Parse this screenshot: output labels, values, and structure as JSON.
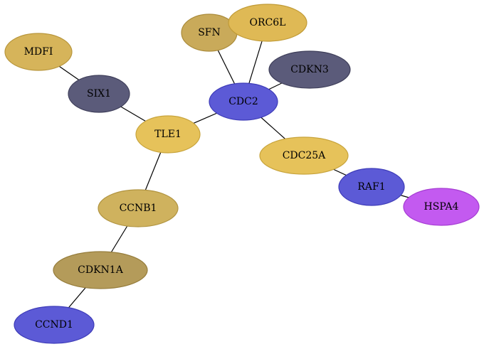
{
  "nodes": [
    {
      "id": "mdfi",
      "label": "MDFI",
      "fill": "#d6b45a",
      "stroke": "#b8963c"
    },
    {
      "id": "six1",
      "label": "SIX1",
      "fill": "#5b5b7a",
      "stroke": "#3f3f5a"
    },
    {
      "id": "tle1",
      "label": "TLE1",
      "fill": "#e6c25a",
      "stroke": "#c8a43c"
    },
    {
      "id": "sfn",
      "label": "SFN",
      "fill": "#c9aa5a",
      "stroke": "#ab8c3c"
    },
    {
      "id": "orc6l",
      "label": "ORC6L",
      "fill": "#dfb955",
      "stroke": "#c19b37"
    },
    {
      "id": "cdc2",
      "label": "CDC2",
      "fill": "#5c5ad6",
      "stroke": "#3e3cb8"
    },
    {
      "id": "cdkn3",
      "label": "CDKN3",
      "fill": "#5b5b7a",
      "stroke": "#3f3f5a"
    },
    {
      "id": "cdc25a",
      "label": "CDC25A",
      "fill": "#e6c25a",
      "stroke": "#c8a43c"
    },
    {
      "id": "raf1",
      "label": "RAF1",
      "fill": "#5c5ad6",
      "stroke": "#3e3cb8"
    },
    {
      "id": "hspa4",
      "label": "HSPA4",
      "fill": "#c35af0",
      "stroke": "#a53cd2"
    },
    {
      "id": "ccnb1",
      "label": "CCNB1",
      "fill": "#cfb25e",
      "stroke": "#b19440"
    },
    {
      "id": "cdkn1a",
      "label": "CDKN1A",
      "fill": "#b49b5a",
      "stroke": "#967d3c"
    },
    {
      "id": "ccnd1",
      "label": "CCND1",
      "fill": "#5c5ad6",
      "stroke": "#3e3cb8"
    }
  ],
  "edges": [
    [
      "mdfi",
      "six1"
    ],
    [
      "six1",
      "tle1"
    ],
    [
      "tle1",
      "cdc2"
    ],
    [
      "tle1",
      "ccnb1"
    ],
    [
      "sfn",
      "cdc2"
    ],
    [
      "orc6l",
      "cdc2"
    ],
    [
      "cdkn3",
      "cdc2"
    ],
    [
      "cdc2",
      "cdc25a"
    ],
    [
      "cdc25a",
      "raf1"
    ],
    [
      "raf1",
      "hspa4"
    ],
    [
      "ccnb1",
      "cdkn1a"
    ],
    [
      "cdkn1a",
      "ccnd1"
    ]
  ]
}
